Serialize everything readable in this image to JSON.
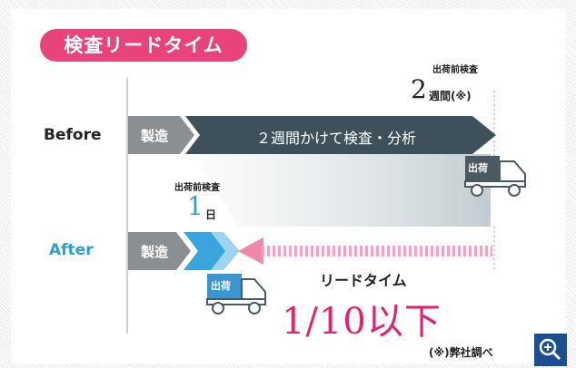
{
  "title": "検査リードタイム",
  "before": {
    "label": "Before",
    "manufacturing": "製造",
    "process": "２週間かけて検査・分析",
    "inspection_label": "出荷前検査",
    "duration_number": "2",
    "duration_unit": "週間(※)"
  },
  "after": {
    "label": "After",
    "manufacturing": "製造",
    "inspection_label": "出荷前検査",
    "duration_number": "1",
    "duration_unit": "日"
  },
  "truck_label": "出荷",
  "leadtime_label": "リードタイム",
  "result": "1/10以下",
  "note": "(※)弊社調べ",
  "icons": [
    "truck-icon",
    "zoom-in-icon"
  ],
  "colors": {
    "accent_pink": "#e8437b",
    "arrow_dark": "#3e5059",
    "manufacturing_gray": "#8a8f94",
    "after_blue": "#39a5dc",
    "after_label": "#2a9fd8",
    "zoom_button": "#1b4f91"
  }
}
